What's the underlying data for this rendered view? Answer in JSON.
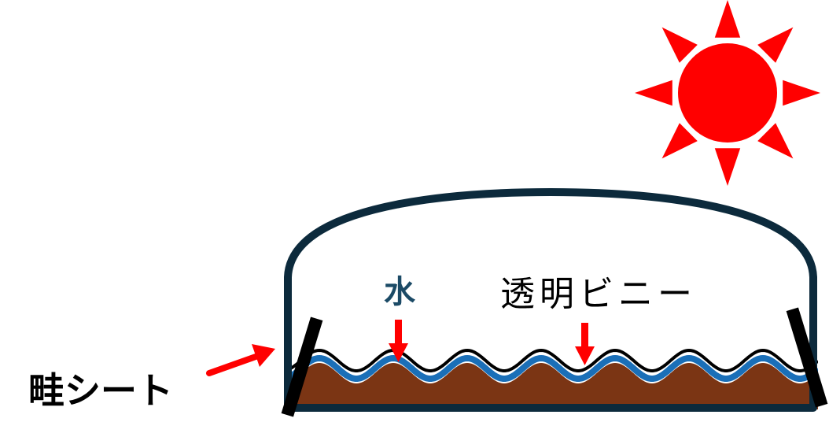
{
  "diagram": {
    "labels": {
      "water": "水",
      "transparent_vinyl": "透明ビニー",
      "ridge_sheet": "畦シート"
    },
    "colors": {
      "sun": "#ff0000",
      "arrow": "#ff0000",
      "tunnel_outline": "#0c2a3c",
      "water_label": "#1b4a66",
      "water_layer": "#1a6fb8",
      "soil": "#7b3514",
      "vinyl_film": "#000000",
      "ridge_post": "#000000",
      "text": "#000000"
    }
  }
}
